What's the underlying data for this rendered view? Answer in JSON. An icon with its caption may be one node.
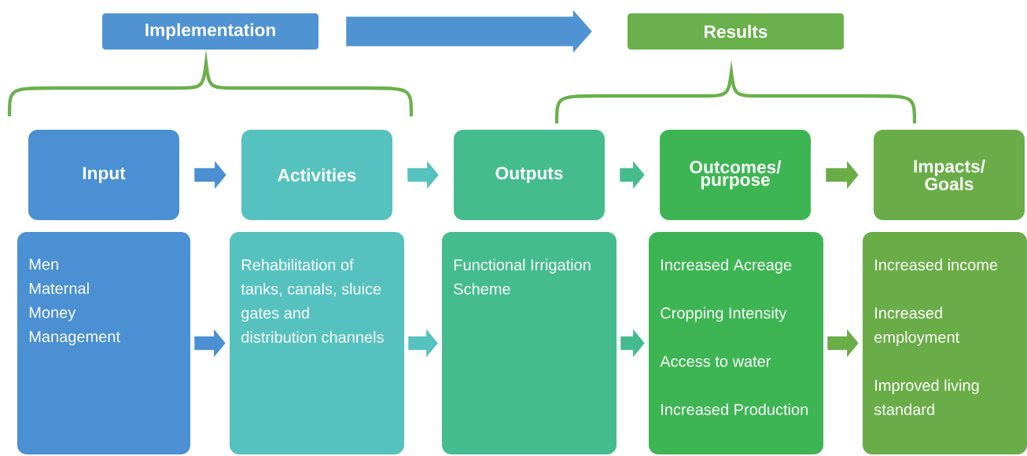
{
  "diagram": {
    "nodes": [
      {
        "text": [
          "Implementation"
        ]
      },
      {
        "text": [
          "Results"
        ]
      },
      {
        "text": [
          "Input"
        ]
      },
      {
        "text": [
          "Activities"
        ]
      },
      {
        "text": [
          "Outputs"
        ]
      },
      {
        "text": [
          "Outcomes/ purpose"
        ]
      },
      {
        "text": [
          "Impacts/ Goals"
        ]
      },
      {
        "text": [
          "Men",
          "Maternal",
          "Money",
          "Management"
        ]
      },
      {
        "text": [
          "Rehabilitation of tanks, canals, sluice gates and distribution channels"
        ]
      },
      {
        "text": [
          "Functional Irrigation Scheme"
        ]
      },
      {
        "text": [
          "Increased Acreage",
          "Cropping Intensity",
          "Access to water",
          "Increased Production"
        ]
      },
      {
        "text": [
          "Increased income",
          "Increased employment",
          "Improved living standard"
        ]
      }
    ],
    "edges": [
      {
        "from": 0,
        "to": 1,
        "arrow": "to",
        "style": "thick",
        "color": "#4f93d2"
      },
      {
        "from": 2,
        "to": 3,
        "arrow": "to",
        "color": "#4a90d2"
      },
      {
        "from": 3,
        "to": 4,
        "arrow": "to",
        "color": "#56c2bf"
      },
      {
        "from": 4,
        "to": 5,
        "arrow": "to",
        "color": "#45bc8e"
      },
      {
        "from": 5,
        "to": 6,
        "arrow": "to",
        "color": "#6aad48"
      },
      {
        "from": 7,
        "to": 8,
        "arrow": "to",
        "color": "#4a90d2"
      },
      {
        "from": 8,
        "to": 9,
        "arrow": "to",
        "color": "#56c2bf"
      },
      {
        "from": 9,
        "to": 10,
        "arrow": "to",
        "color": "#45bc8e"
      },
      {
        "from": 10,
        "to": 11,
        "arrow": "to",
        "color": "#6aad48"
      }
    ]
  }
}
